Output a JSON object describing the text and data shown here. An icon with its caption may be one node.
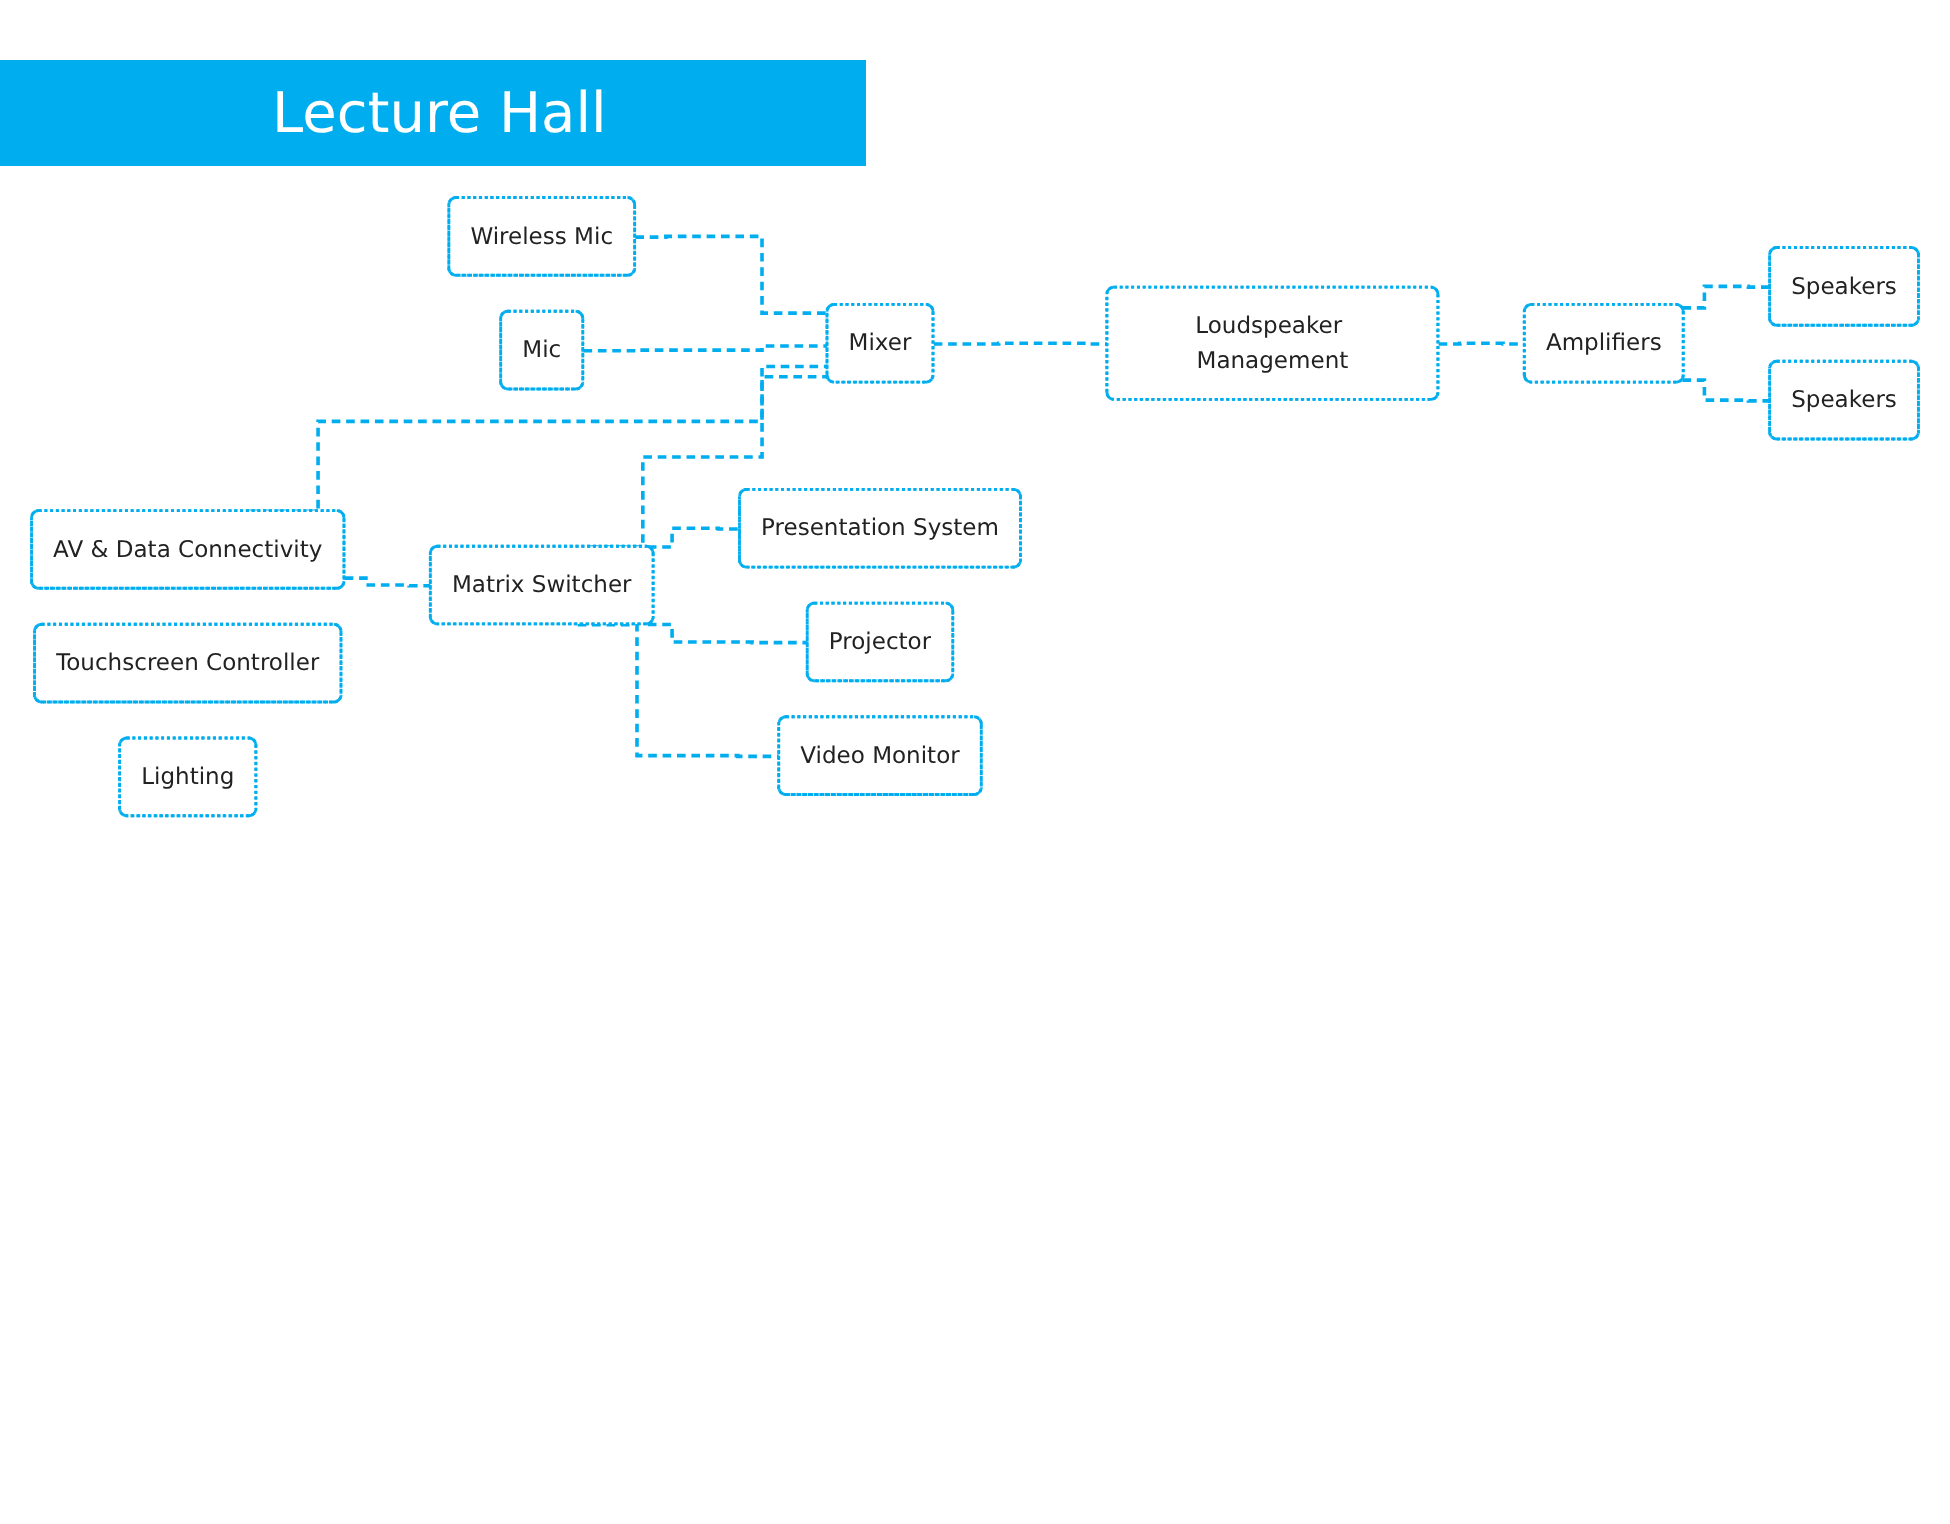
{
  "diagram": {
    "title": "Lecture Hall",
    "nodes": [
      {
        "text": [
          "Wireless Mic"
        ]
      },
      {
        "text": [
          "Mixer"
        ]
      },
      {
        "text": [
          "Speakers"
        ]
      },
      {
        "text": [
          "Loudspeaker Management"
        ]
      },
      {
        "text": [
          "Mic"
        ]
      },
      {
        "text": [
          "Speakers"
        ]
      },
      {
        "text": [
          "Amplifiers"
        ]
      },
      {
        "text": [
          "Presentation System"
        ]
      },
      {
        "text": [
          "AV & Data Connectivity"
        ]
      },
      {
        "text": [
          "Matrix Switcher"
        ]
      },
      {
        "text": [
          "Projector"
        ]
      },
      {
        "text": [
          "Video Monitor"
        ]
      },
      {
        "text": [
          "Touchscreen Controller"
        ]
      },
      {
        "text": [
          "Lighting"
        ]
      }
    ],
    "edges": [
      {
        "from": 0,
        "to": 1,
        "arrow": "none",
        "style": "dashed"
      },
      {
        "from": 4,
        "to": 1,
        "arrow": "none",
        "style": "dashed"
      },
      {
        "from": 8,
        "to": 1,
        "arrow": "none",
        "style": "dashed"
      },
      {
        "from": 9,
        "to": 1,
        "arrow": "none",
        "style": "dashed"
      },
      {
        "from": 1,
        "to": 3,
        "arrow": "none",
        "style": "dashed"
      },
      {
        "from": 3,
        "to": 6,
        "arrow": "none",
        "style": "dashed"
      },
      {
        "from": 6,
        "to": 2,
        "arrow": "none",
        "style": "dashed"
      },
      {
        "from": 6,
        "to": 5,
        "arrow": "none",
        "style": "dashed"
      },
      {
        "from": 9,
        "to": 7,
        "arrow": "none",
        "style": "dashed"
      },
      {
        "from": 8,
        "to": 9,
        "arrow": "none",
        "style": "dashed"
      },
      {
        "from": 9,
        "to": 11,
        "arrow": "none",
        "style": "dashed"
      },
      {
        "from": 9,
        "to": 10,
        "arrow": "none",
        "style": "dashed"
      }
    ]
  }
}
